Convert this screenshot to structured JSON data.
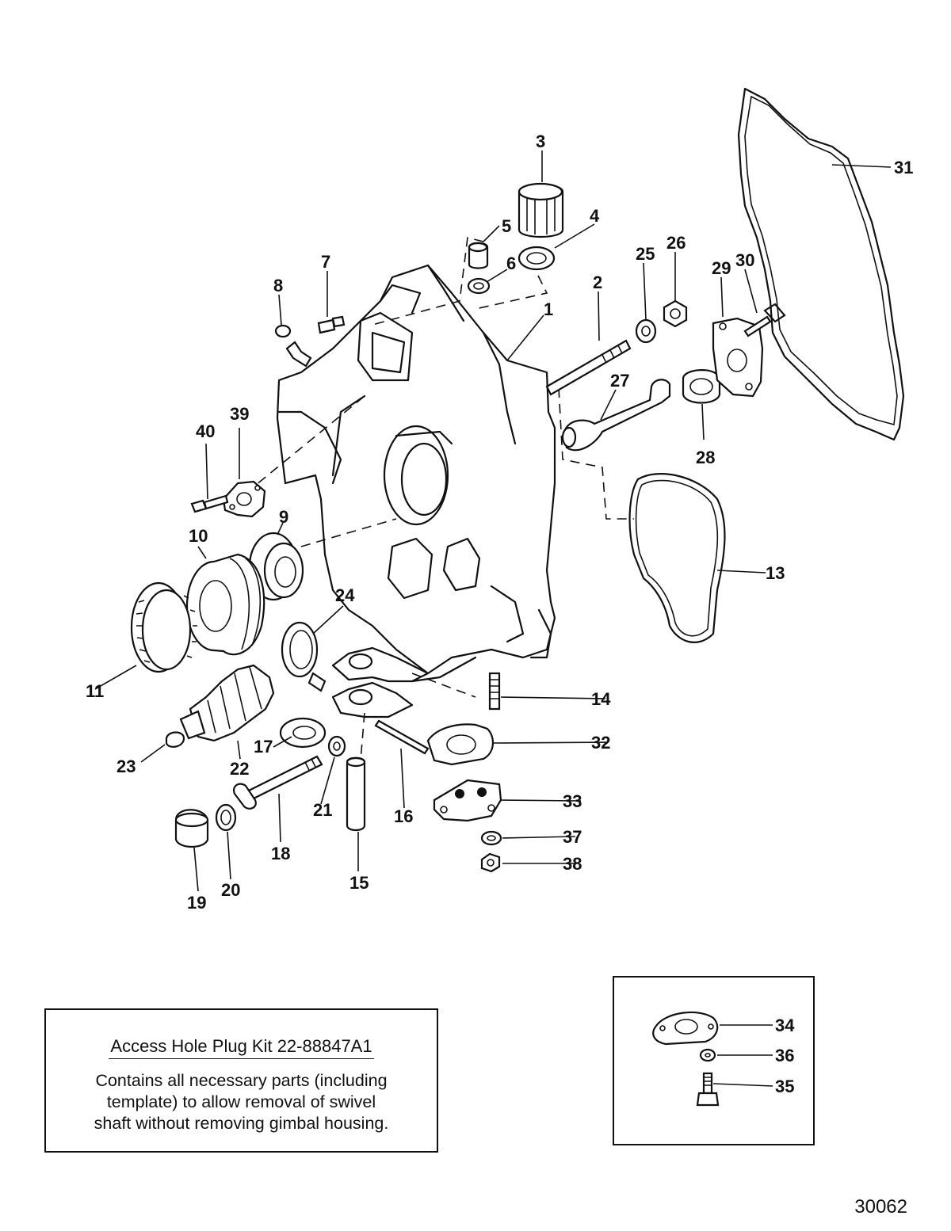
{
  "callouts": [
    "1",
    "2",
    "3",
    "4",
    "5",
    "6",
    "7",
    "8",
    "9",
    "10",
    "11",
    "13",
    "14",
    "15",
    "16",
    "17",
    "18",
    "19",
    "20",
    "21",
    "22",
    "23",
    "24",
    "25",
    "26",
    "27",
    "28",
    "29",
    "30",
    "31",
    "32",
    "33",
    "34",
    "35",
    "36",
    "37",
    "38",
    "39",
    "40"
  ],
  "kit_box": {
    "title": "Access Hole Plug Kit 22-88847A1",
    "line1": "Contains all necessary parts (including",
    "line2": "template) to allow removal of swivel",
    "line3": "shaft without removing gimbal housing."
  },
  "figure_number": "30062"
}
